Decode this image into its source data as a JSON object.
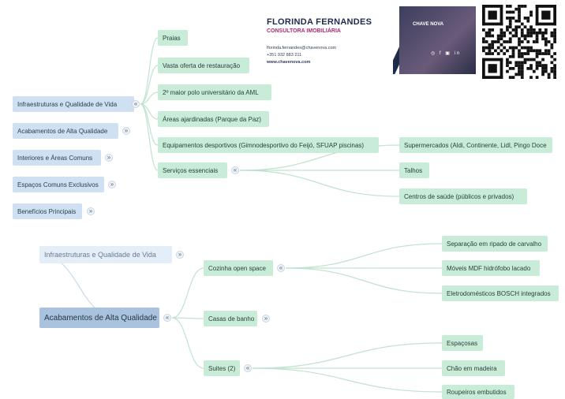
{
  "card": {
    "name": "FLORINDA FERNANDES",
    "role": "CONSULTORA IMOBILIÁRIA",
    "email": "florinda.fernandes@chavenova.com",
    "phone": "+351 932 883 211",
    "website": "www.chavenova.com",
    "brand": "CHAVE NOVA",
    "social": "◎ f ▣ in"
  },
  "colors": {
    "line": "#bfe3d0",
    "blue_line": "#c9d9ea"
  },
  "top_map": {
    "categories": [
      "Infraestruturas e Qualidade de Vida",
      "Acabamentos de Alta Qualidade",
      "Interiores e Áreas Comuns",
      "Espaços Comuns Exclusivos",
      "Benefícios Principais"
    ],
    "infra_items": [
      "Praias",
      "Vasta oferta de restauração",
      "2º maior polo universitário da AML",
      "Áreas ajardinadas (Parque da Paz)",
      "Equipamentos desportivos (Gimnodesportivo do Feijó, SFUAP piscinas)",
      "Serviços essenciais"
    ],
    "services": [
      "Supermercados (Aldi, Continente, Lidl, Pingo Doce",
      "Talhos",
      "Centros de saúde (públicos e privados)"
    ]
  },
  "bottom_map": {
    "infra": "Infraestruturas e Qualidade de Vida",
    "acab": "Acabamentos de Alta Qualidade",
    "rooms": [
      "Cozinha open space",
      "Casas de banho",
      "Suites (2)"
    ],
    "kitchen": [
      "Separação em ripado de carvalho",
      "Móveis MDF hidrófobo lacado",
      "Eletrodomésticos BOSCH integrados"
    ],
    "suites": [
      "Espaçosas",
      "Chão em madeira",
      "Roupeiros embutidos"
    ]
  }
}
